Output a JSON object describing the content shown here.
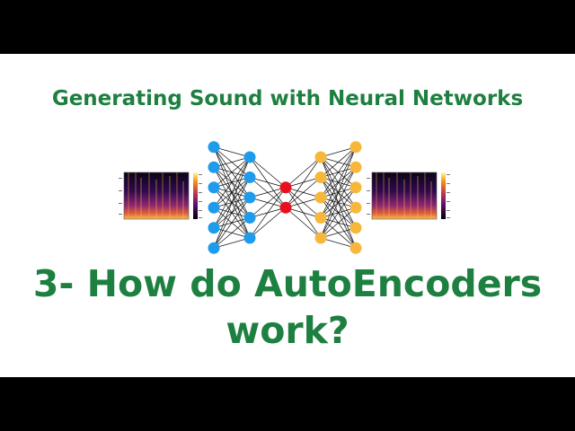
{
  "video": {
    "subtitle": "Generating Sound with Neural Networks",
    "title_line1": "3- How do AutoEncoders",
    "title_line2": "work?"
  },
  "diagram": {
    "layer_sizes": [
      6,
      5,
      2,
      5,
      6
    ],
    "layer_colors": [
      "#1e9bea",
      "#1e9bea",
      "#e8101e",
      "#f7b73a",
      "#f7b73a"
    ]
  },
  "colors": {
    "title_green": "#1e8040",
    "letterbox": "#000000",
    "background": "#ffffff"
  }
}
